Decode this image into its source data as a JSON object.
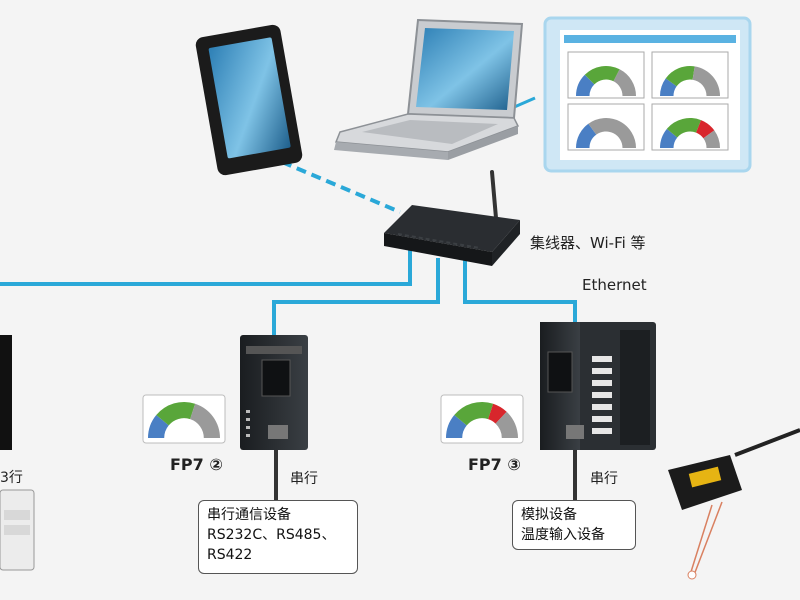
{
  "labels": {
    "hub": "集线器、Wi-Fi 等",
    "ethernet": "Ethernet",
    "fp7_2": "FP7 ②",
    "fp7_3": "FP7 ③",
    "serial_2": "串行",
    "serial_3": "串行",
    "serial_left": "3行"
  },
  "serial_box": {
    "line1": "串行通信设备",
    "line2": "RS232C、RS485、",
    "line3": "RS422"
  },
  "analog_box": {
    "line1": "模拟设备",
    "line2": "温度输入设备"
  },
  "colors": {
    "ethernet_line": "#2aa8d8",
    "gauge_green": "#59a63a",
    "gauge_blue": "#4a7fc4",
    "gauge_gray": "#9a9a9a",
    "gauge_red": "#d8262c",
    "panel_border": "#a9d6ee"
  },
  "icons": [
    "tablet-icon",
    "laptop-icon",
    "router-icon",
    "plc-icon",
    "sensor-icon",
    "gauge-icon",
    "dashboard-icon"
  ]
}
